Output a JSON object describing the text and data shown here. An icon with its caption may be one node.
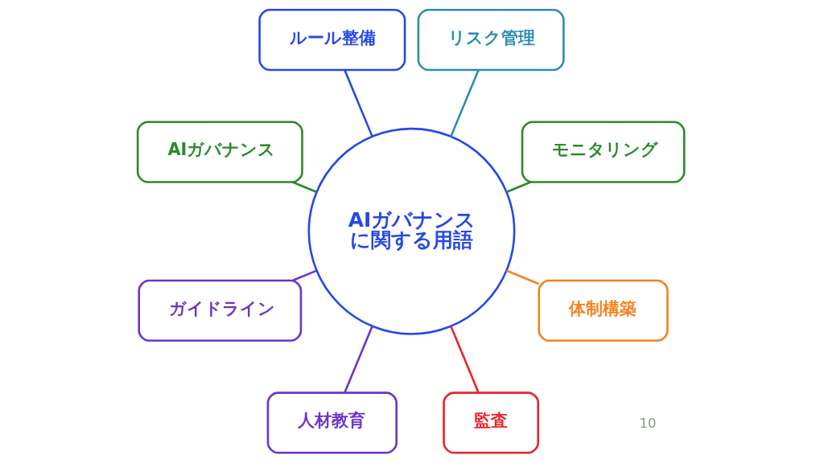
{
  "diagram": {
    "nodes": [
      {
        "text": [
          "AIガバナンスに関する用語"
        ]
      },
      {
        "text": [
          "ルール整備"
        ]
      },
      {
        "text": [
          "リスク管理"
        ]
      },
      {
        "text": [
          "モニタリング"
        ]
      },
      {
        "text": [
          "体制構築"
        ]
      },
      {
        "text": [
          "監査"
        ]
      },
      {
        "text": [
          "人材教育"
        ]
      },
      {
        "text": [
          "ガイドライン"
        ]
      },
      {
        "text": [
          "AIガバナンス"
        ]
      }
    ],
    "edges": [
      {
        "from": 0,
        "to": 1,
        "arrow": "none",
        "color": "#2648e6"
      },
      {
        "from": 0,
        "to": 2,
        "arrow": "none",
        "color": "#2a8db0"
      },
      {
        "from": 0,
        "to": 3,
        "arrow": "none",
        "color": "#2a8a2a"
      },
      {
        "from": 0,
        "to": 4,
        "arrow": "none",
        "color": "#f5821f"
      },
      {
        "from": 0,
        "to": 5,
        "arrow": "none",
        "color": "#e8242a"
      },
      {
        "from": 0,
        "to": 6,
        "arrow": "none",
        "color": "#6b35c8"
      },
      {
        "from": 0,
        "to": 7,
        "arrow": "none",
        "color": "#6b35c8"
      },
      {
        "from": 0,
        "to": 8,
        "arrow": "none",
        "color": "#2a8a2a"
      }
    ],
    "labels": [
      "10"
    ]
  }
}
